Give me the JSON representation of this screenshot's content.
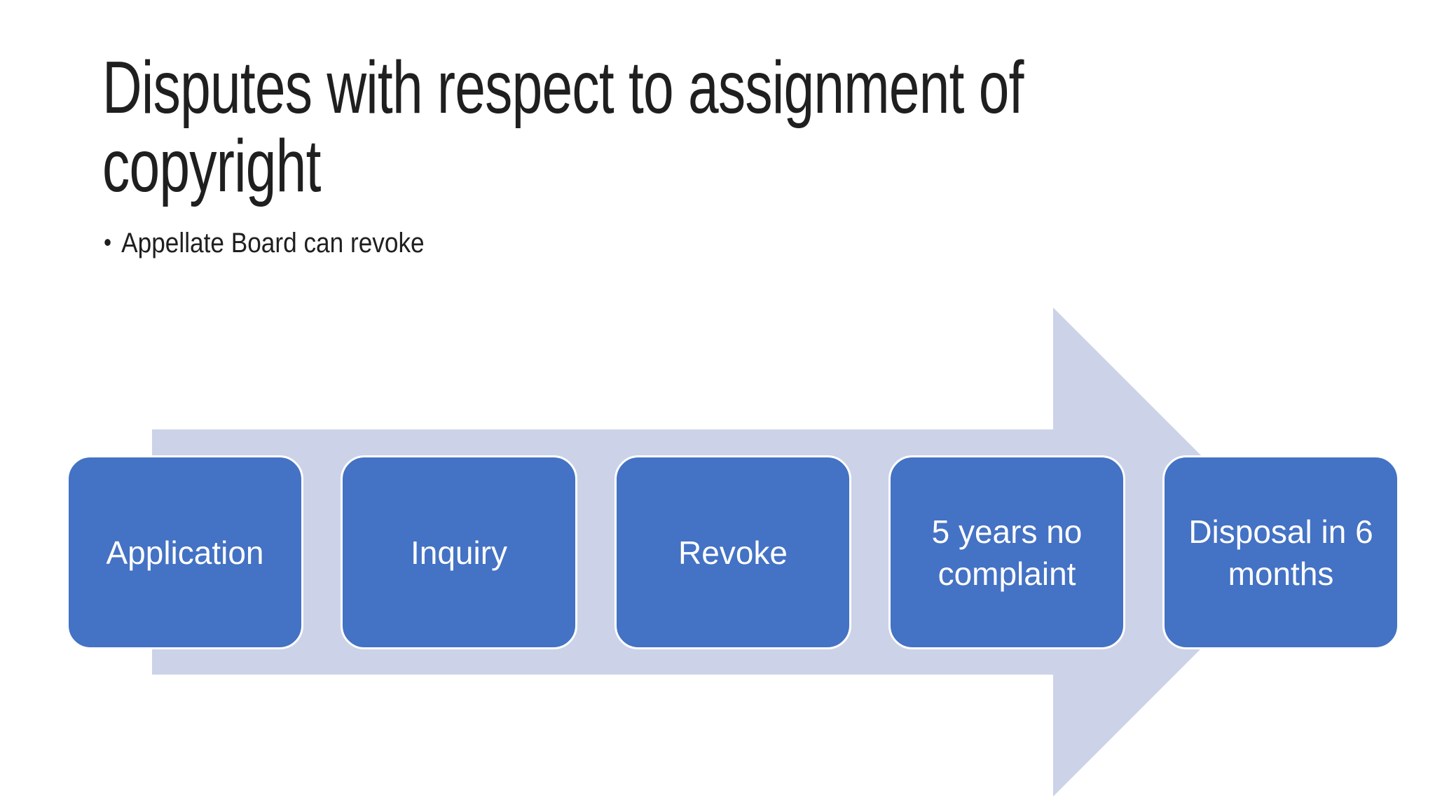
{
  "slide": {
    "background": "#FFFFFF",
    "text_color": "#1F1F1F",
    "title": {
      "full": "Disputes with respect to assignment of copyright",
      "line1": "Disputes with respect to assignment of",
      "line2": "copyright"
    },
    "bullet": {
      "marker": "•",
      "text": "Appellate Board can revoke"
    },
    "diagram": {
      "type": "process-arrow",
      "direction": "right",
      "arrow_fill": "#CCD2E8",
      "step_fill": "#4472C4",
      "step_border": "#FFFFFF",
      "step_text_color": "#FFFFFF",
      "steps": [
        "Application",
        "Inquiry",
        "Revoke",
        "5 years no complaint",
        "Disposal in 6 months"
      ]
    }
  }
}
